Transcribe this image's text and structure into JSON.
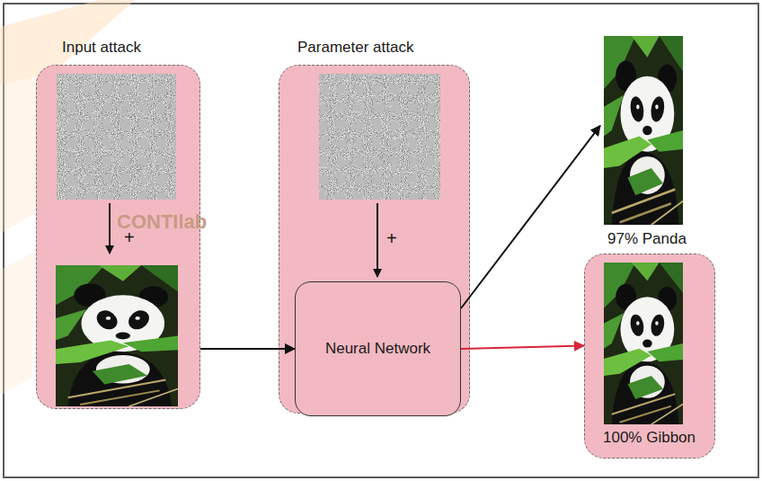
{
  "diagram": {
    "nodes": [
      {
        "text": [
          "Input attack"
        ]
      },
      {
        "text": [
          "Parameter attack"
        ]
      },
      {
        "text": [
          "Neural Network"
        ],
        "in": 1
      },
      {
        "text": [
          "97% Panda"
        ]
      },
      {
        "text": [
          "100% Gibbon"
        ]
      }
    ],
    "edges": [
      {
        "from": 0,
        "to": 2,
        "arrow": "to"
      },
      {
        "from": 2,
        "to": 3,
        "arrow": "to"
      },
      {
        "from": 2,
        "to": 4,
        "arrow": "to"
      }
    ],
    "labels": [
      "+",
      "+",
      "CONTIlab"
    ]
  }
}
